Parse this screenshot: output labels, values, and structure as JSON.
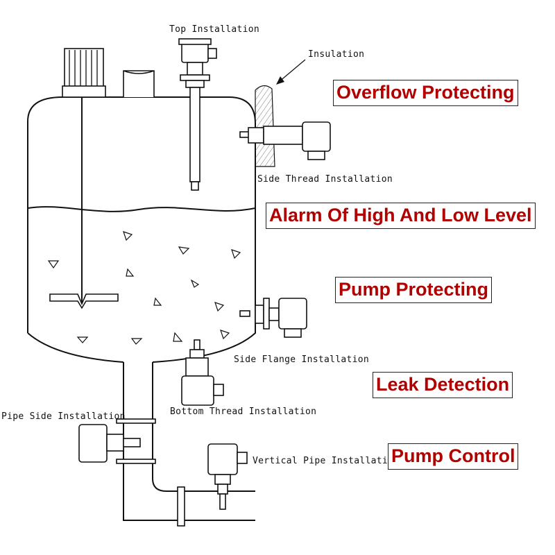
{
  "labels": {
    "top_installation": "Top Installation",
    "insulation": "Insulation",
    "side_thread_installation": "Side Thread Installation",
    "side_flange_installation": "Side Flange Installation",
    "bottom_thread_installation": "Bottom Thread Installation",
    "pipe_side_installation": "Pipe Side Installation",
    "vertical_pipe_installation": "Vertical Pipe Installation"
  },
  "callouts": {
    "overflow_protecting": "Overflow Protecting",
    "alarm_high_low": "Alarm Of High And Low Level",
    "pump_protecting": "Pump Protecting",
    "leak_detection": "Leak Detection",
    "pump_control": "Pump Control"
  },
  "colors": {
    "callout_text": "#b00000",
    "line": "#111111",
    "hatch": "#555555"
  }
}
